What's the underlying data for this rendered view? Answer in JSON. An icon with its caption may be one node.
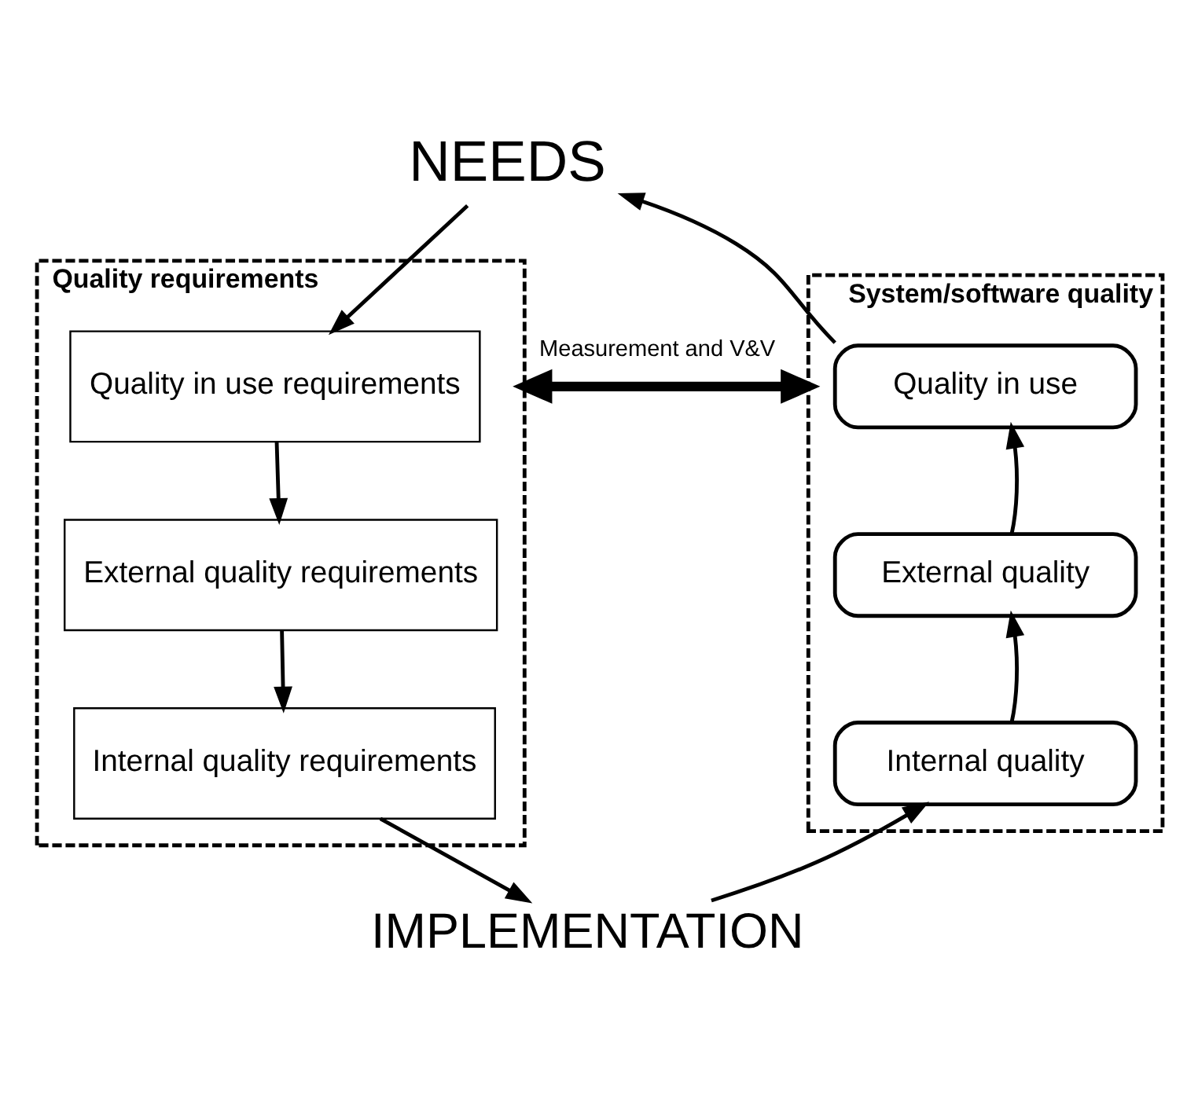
{
  "diagram": {
    "nodes": [
      {
        "text": [
          "NEEDS"
        ]
      },
      {
        "text": [
          "Quality requirements"
        ]
      },
      {
        "text": [
          "Quality in use requirements"
        ],
        "in": 1
      },
      {
        "text": [
          "External quality requirements"
        ],
        "in": 1
      },
      {
        "text": [
          "Internal quality requirements"
        ],
        "in": 1
      },
      {
        "text": [
          "System/software quality"
        ]
      },
      {
        "text": [
          "Quality in use"
        ],
        "in": 5
      },
      {
        "text": [
          "External quality"
        ],
        "in": 5
      },
      {
        "text": [
          "Internal quality"
        ],
        "in": 5
      },
      {
        "text": [
          "IMPLEMENTATION"
        ]
      }
    ],
    "edges": [
      {
        "from": 0,
        "to": 2,
        "arrow": "to"
      },
      {
        "from": 2,
        "to": 3,
        "arrow": "to"
      },
      {
        "from": 3,
        "to": 4,
        "arrow": "to"
      },
      {
        "from": 4,
        "to": 9,
        "arrow": "to"
      },
      {
        "from": 9,
        "to": 8,
        "arrow": "to"
      },
      {
        "from": 8,
        "to": 7,
        "arrow": "to"
      },
      {
        "from": 7,
        "to": 6,
        "arrow": "to"
      },
      {
        "from": 6,
        "to": 0,
        "arrow": "to"
      },
      {
        "from": 1,
        "to": 5,
        "arrow": "both",
        "label": "Measurement and V&V",
        "style": "thick"
      }
    ]
  }
}
